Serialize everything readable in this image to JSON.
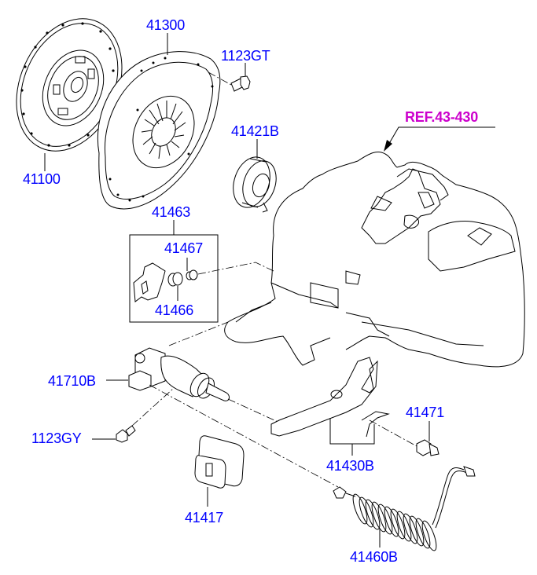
{
  "diagram": {
    "title": "Clutch & release assembly parts diagram",
    "colors": {
      "part_label": "#0000ff",
      "reference_label": "#cc00cc",
      "line_art": "#000000",
      "background": "#ffffff"
    },
    "labels": {
      "disc": "41100",
      "cover": "41300",
      "cover_bolt": "1123GT",
      "release_bearing": "41421B",
      "transaxle_ref": "REF.43-430",
      "fitting_kit": "41463",
      "fitting_seal": "41467",
      "fitting_cap": "41466",
      "release_cylinder": "41710B",
      "cylinder_bolt": "1123GY",
      "dust_boot": "41417",
      "release_fork": "41430B",
      "bleeder_plug": "41471",
      "hose_pipe": "41460B"
    }
  }
}
